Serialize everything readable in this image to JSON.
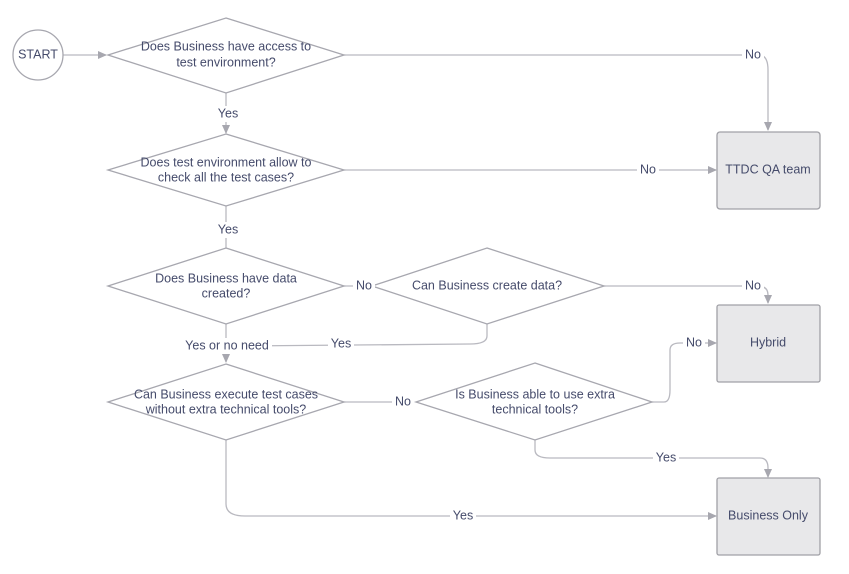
{
  "start": {
    "label": "START"
  },
  "decisions": {
    "d1": {
      "line1": "Does Business have access to",
      "line2": "test environment?"
    },
    "d2": {
      "line1": "Does test environment allow to",
      "line2": "check all the test cases?"
    },
    "d3": {
      "line1": "Does Business have data",
      "line2": "created?"
    },
    "d4": {
      "line1": "Can Business create data?"
    },
    "d5": {
      "line1": "Can Business execute test cases",
      "line2": "without extra technical tools?"
    },
    "d6": {
      "line1": "Is Business able to use extra",
      "line2": "technical tools?"
    }
  },
  "outcomes": {
    "qa": "TTDC QA team",
    "hybrid": "Hybrid",
    "business": "Business Only"
  },
  "edge_labels": {
    "d1_no": "No",
    "d1_yes": "Yes",
    "d2_no": "No",
    "d2_yes": "Yes",
    "d3_no": "No",
    "d3_yes": "Yes or no need",
    "d4_no": "No",
    "d4_yes": "Yes",
    "d5_no": "No",
    "d5_yes": "Yes",
    "d6_no": "No",
    "d6_yes": "Yes"
  }
}
